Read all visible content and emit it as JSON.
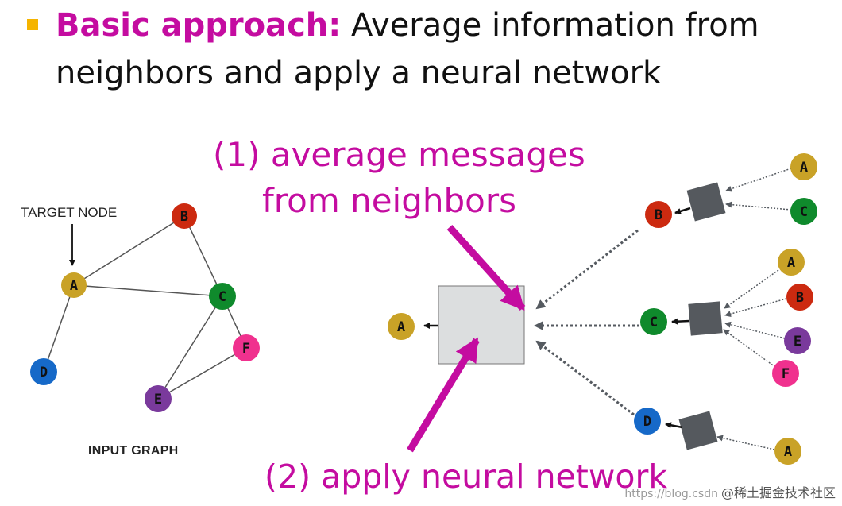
{
  "headline": {
    "lead": "Basic approach:",
    "rest": " Average information from neighbors and apply a neural network"
  },
  "annotations": {
    "avg_line1": "(1) average messages",
    "avg_line2": "from neighbors",
    "apply": "(2) apply neural network"
  },
  "input_graph": {
    "target_label": "TARGET NODE",
    "caption": "INPUT GRAPH"
  },
  "watermark": {
    "url_text": "https://blog.csdn",
    "brand_text": "@稀土掘金技术社区"
  },
  "colors": {
    "A": "#c9a227",
    "B": "#cc2a10",
    "C": "#0f8a2c",
    "D": "#1669c8",
    "E": "#7a3a9c",
    "F": "#f0318e",
    "magenta": "#c40ca0",
    "box_gray": "#55595e",
    "big_box": "#dcdedf"
  },
  "graph": {
    "nodes": [
      "A",
      "B",
      "C",
      "D",
      "E",
      "F"
    ],
    "edges": [
      [
        "A",
        "B"
      ],
      [
        "A",
        "C"
      ],
      [
        "B",
        "C"
      ],
      [
        "A",
        "D"
      ],
      [
        "C",
        "E"
      ],
      [
        "C",
        "F"
      ],
      [
        "E",
        "F"
      ]
    ]
  },
  "computation": {
    "target": "A",
    "layer1": [
      "B",
      "C",
      "D"
    ],
    "layer2": {
      "B": [
        "A",
        "C"
      ],
      "C": [
        "A",
        "B",
        "E",
        "F"
      ],
      "D": [
        "A"
      ]
    }
  }
}
